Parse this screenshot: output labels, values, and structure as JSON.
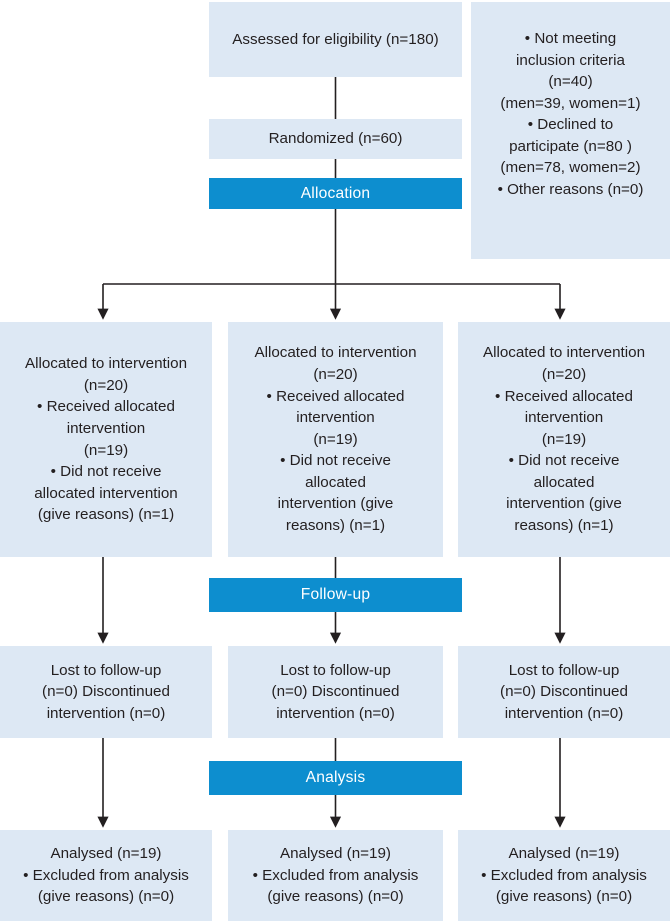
{
  "diagram": {
    "type": "consort-flow-diagram",
    "colors": {
      "box_fill": "#dde8f4",
      "band_fill": "#0d8ecf",
      "band_text": "#ffffff",
      "box_text": "#231f20",
      "connector": "#231f20",
      "background": "#ffffff"
    }
  },
  "enrollment": {
    "assessed": "Assessed for eligibility (n=180)",
    "randomized": "Randomized (n=60)",
    "excluded": "• Not meeting\ninclusion criteria\n(n=40)\n(men=39, women=1)\n• Declined to\nparticipate (n=80 )\n(men=78, women=2)\n• Other reasons (n=0)"
  },
  "bands": {
    "allocation": "Allocation",
    "followup": "Follow-up",
    "analysis": "Analysis"
  },
  "allocation_row": [
    "Allocated to intervention\n(n=20)\n• Received allocated\nintervention\n(n=19)\n• Did not receive\nallocated intervention\n(give reasons) (n=1)",
    "Allocated to intervention\n(n=20)\n• Received allocated\nintervention\n(n=19)\n• Did not receive\nallocated\nintervention (give\nreasons) (n=1)",
    "Allocated to intervention\n(n=20)\n• Received allocated\nintervention\n(n=19)\n• Did not receive\nallocated\nintervention (give\nreasons) (n=1)"
  ],
  "followup_row": [
    "Lost to follow-up\n(n=0) Discontinued\nintervention (n=0)",
    "Lost to follow-up\n(n=0) Discontinued\nintervention (n=0)",
    "Lost to follow-up\n(n=0) Discontinued\nintervention (n=0)"
  ],
  "analysis_row": [
    "Analysed (n=19)\n• Excluded from analysis\n(give reasons) (n=0)",
    "Analysed (n=19)\n• Excluded from analysis\n(give reasons) (n=0)",
    "Analysed (n=19)\n• Excluded from analysis\n(give reasons) (n=0)"
  ]
}
